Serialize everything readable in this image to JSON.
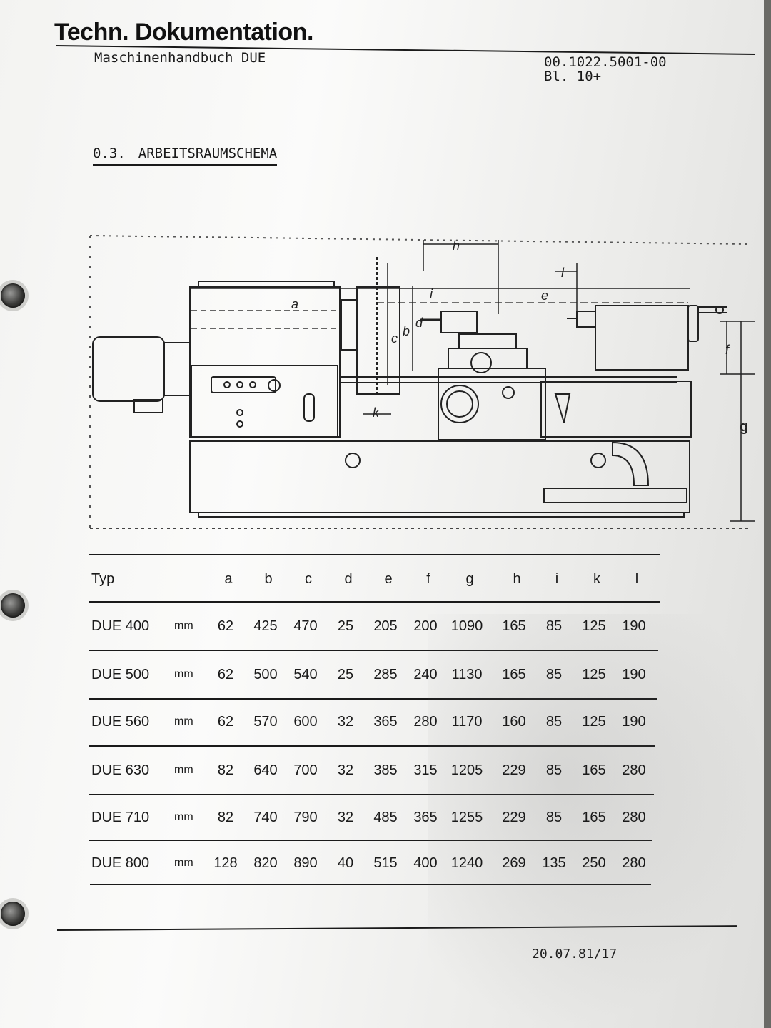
{
  "header": {
    "brand": "Techn. Dokumentation.",
    "subtitle": "Maschinenhandbuch DUE",
    "doc_number": "00.1022.5001-00",
    "sheet": "Bl. 10+"
  },
  "section": {
    "number": "0.3.",
    "title": "ARBEITSRAUMSCHEMA"
  },
  "drawing": {
    "dimension_labels": [
      "a",
      "b",
      "c",
      "d",
      "e",
      "f",
      "g",
      "h",
      "i",
      "k",
      "l"
    ]
  },
  "table": {
    "columns": [
      "Typ",
      "a",
      "b",
      "c",
      "d",
      "e",
      "f",
      "g",
      "h",
      "i",
      "k",
      "l"
    ],
    "rows": [
      {
        "typ": "DUE 400",
        "unit": "mm",
        "values": [
          "62",
          "425",
          "470",
          "25",
          "205",
          "200",
          "1090",
          "165",
          "85",
          "125",
          "190"
        ]
      },
      {
        "typ": "DUE 500",
        "unit": "mm",
        "values": [
          "62",
          "500",
          "540",
          "25",
          "285",
          "240",
          "1130",
          "165",
          "85",
          "125",
          "190"
        ]
      },
      {
        "typ": "DUE 560",
        "unit": "mm",
        "values": [
          "62",
          "570",
          "600",
          "32",
          "365",
          "280",
          "1170",
          "160",
          "85",
          "125",
          "190"
        ]
      },
      {
        "typ": "DUE 630",
        "unit": "mm",
        "values": [
          "82",
          "640",
          "700",
          "32",
          "385",
          "315",
          "1205",
          "229",
          "85",
          "165",
          "280"
        ]
      },
      {
        "typ": "DUE 710",
        "unit": "mm",
        "values": [
          "82",
          "740",
          "790",
          "32",
          "485",
          "365",
          "1255",
          "229",
          "85",
          "165",
          "280"
        ]
      },
      {
        "typ": "DUE 800",
        "unit": "mm",
        "values": [
          "128",
          "820",
          "890",
          "40",
          "515",
          "400",
          "1240",
          "269",
          "135",
          "250",
          "280"
        ]
      }
    ]
  },
  "footer": {
    "date": "20.07.81/17"
  }
}
